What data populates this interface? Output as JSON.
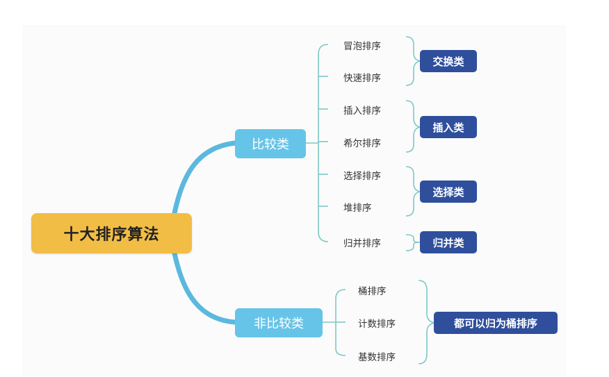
{
  "root": {
    "label": "十大排序算法"
  },
  "branches": [
    {
      "label": "比较类"
    },
    {
      "label": "非比较类"
    }
  ],
  "comparison": {
    "leaves": [
      "冒泡排序",
      "快速排序",
      "插入排序",
      "希尔排序",
      "选择排序",
      "堆排序",
      "归并排序"
    ],
    "groups": [
      "交换类",
      "插入类",
      "选择类",
      "归并类"
    ]
  },
  "non_comparison": {
    "leaves": [
      "桶排序",
      "计数排序",
      "基数排序"
    ],
    "group": "都可以归为桶排序"
  },
  "colors": {
    "root": "#f2bd45",
    "branch": "#66c4e8",
    "connector": "#5bb8de",
    "leaf_line": "#7cc9c4",
    "tag": "#2f4f9d"
  }
}
